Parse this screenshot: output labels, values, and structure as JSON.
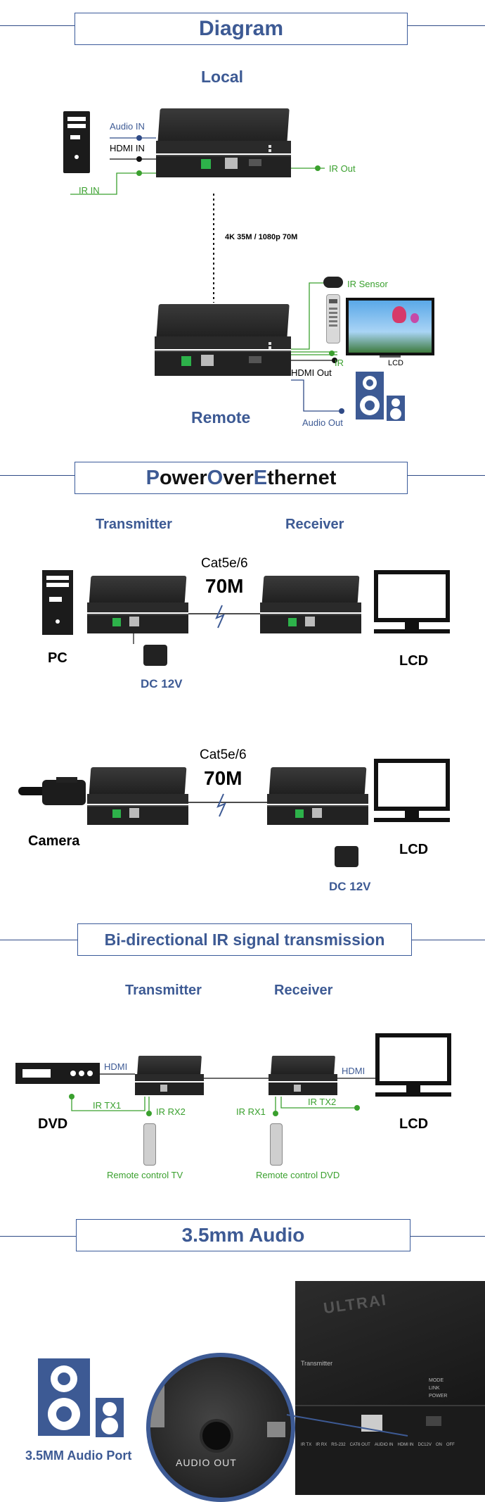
{
  "diagram": {
    "title": "Diagram",
    "local": "Local",
    "remote": "Remote",
    "audio_in": "Audio IN",
    "hdmi_in": "HDMI IN",
    "ir_in": "IR IN",
    "ir_out": "IR Out",
    "distance": "4K 35M / 1080p 70M",
    "ir_sensor": "IR Sensor",
    "ir": "IR",
    "lcd": "LCD",
    "hdmi_out": "HDMI Out",
    "audio_out": "Audio Out"
  },
  "poe": {
    "title_parts": [
      "P",
      "ower ",
      "O",
      "ver ",
      "E",
      "thernet"
    ],
    "transmitter": "Transmitter",
    "receiver": "Receiver",
    "cable": "Cat5e/6",
    "length": "70M",
    "pc": "PC",
    "lcd": "LCD",
    "dc": "DC 12V",
    "cable2": "Cat5e/6",
    "length2": "70M",
    "camera": "Camera",
    "lcd2": "LCD",
    "dc2": "DC 12V"
  },
  "bidir": {
    "title": "Bi-directional IR signal transmission",
    "transmitter": "Transmitter",
    "receiver": "Receiver",
    "hdmi_left": "HDMI",
    "hdmi_right": "HDMI",
    "ir_tx1": "IR TX1",
    "ir_rx2": "IR RX2",
    "ir_rx1": "IR RX1",
    "ir_tx2": "IR TX2",
    "dvd": "DVD",
    "lcd": "LCD",
    "remote_tv": "Remote control TV",
    "remote_dvd": "Remote control DVD"
  },
  "audio": {
    "title": "3.5mm Audio",
    "port_label": "3.5MM Audio Port",
    "audio_out": "AUDIO OUT",
    "device_brand": "ULTRAI",
    "panel_labels": [
      "IR TX",
      "IR RX",
      "RS-232",
      "CAT6 OUT",
      "AUDIO IN",
      "HDMI IN",
      "DC12V",
      "ON",
      "OFF"
    ],
    "led_labels": [
      "MODE",
      "LINK",
      "POWER"
    ],
    "device_caption": "Transmitter"
  },
  "colors": {
    "accent_blue": "#3d5a94",
    "ir_green": "#3aa02e",
    "device_dark": "#2b2b2b"
  }
}
